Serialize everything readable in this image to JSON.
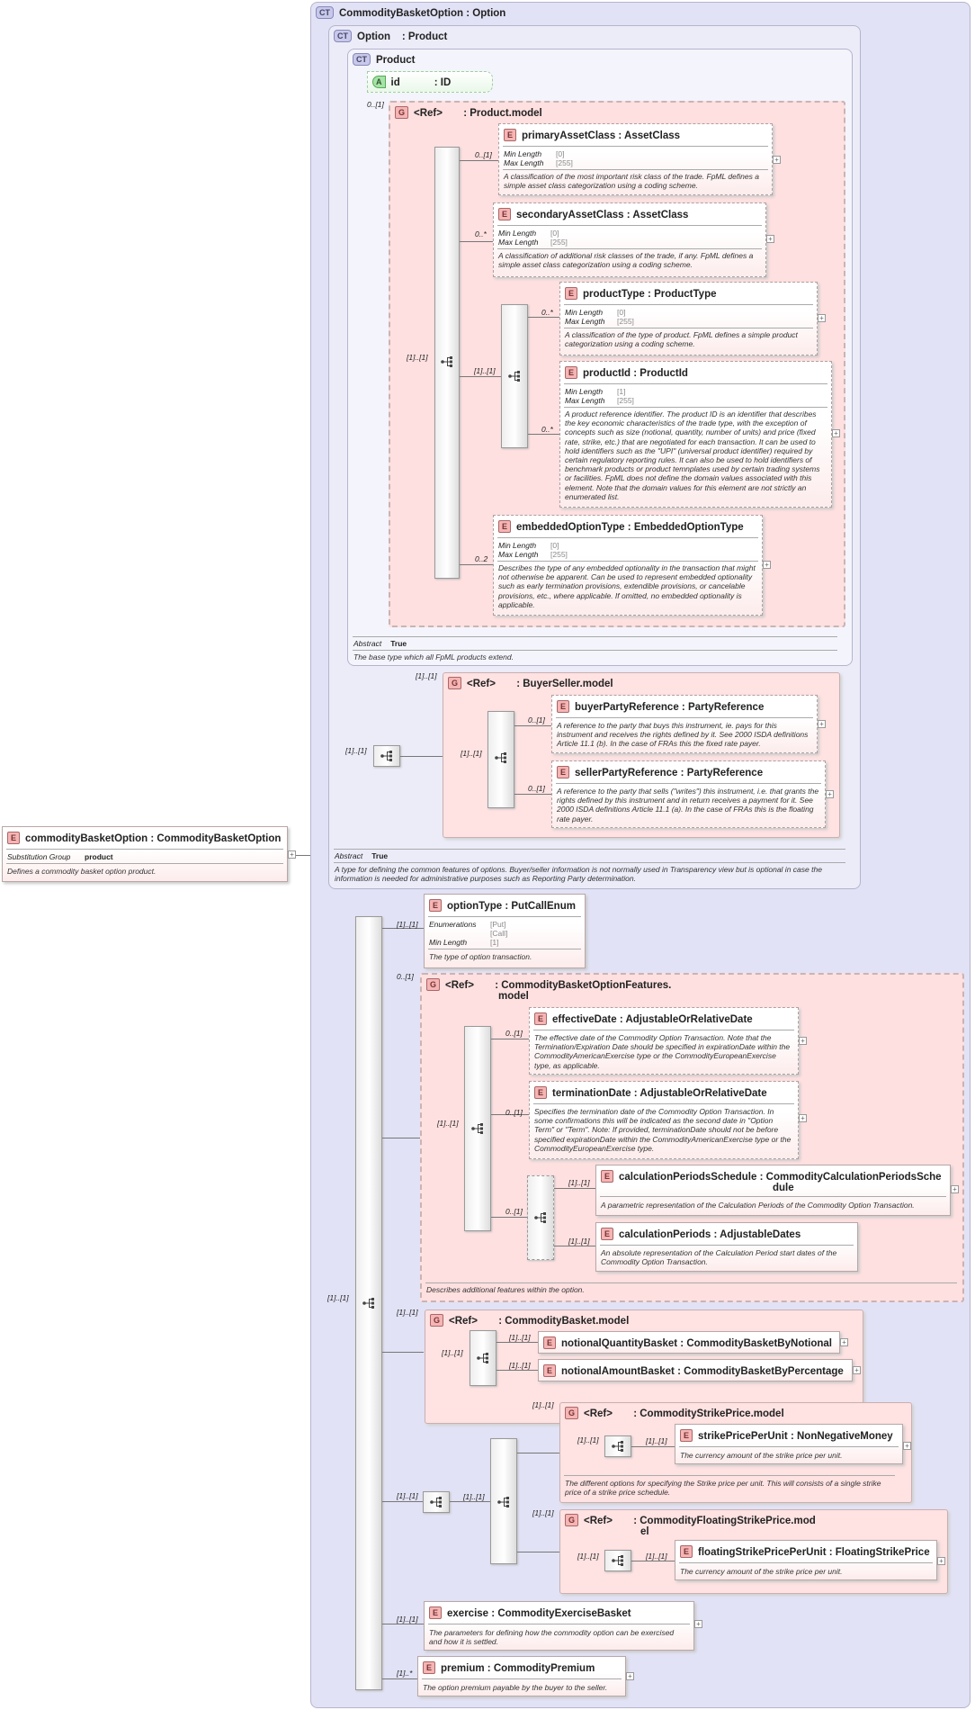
{
  "root": {
    "badge": "E",
    "name": "commodityBasketOption",
    "type": "CommodityBasketOption",
    "prop_label": "Substitution Group",
    "prop_value": "product",
    "doc": "Defines a commodity basket option product."
  },
  "ct_main": {
    "badge": "CT",
    "name": "CommodityBasketOption",
    "type": "Option"
  },
  "ct_option": {
    "badge": "CT",
    "name": "Option",
    "type": "Product",
    "abstract_label": "Abstract",
    "abstract_value": "True",
    "doc": "A type for defining the common features of options. Buyer/seller information is not normally used in Transparency view but is optional in case the information is needed for administrative purposes such as Reporting Party determination."
  },
  "ct_product": {
    "badge": "CT",
    "name": "Product",
    "abstract_label": "Abstract",
    "abstract_value": "True",
    "doc": "The base type which all FpML products extend."
  },
  "attr_id": {
    "badge": "A",
    "name": "id",
    "type": "ID"
  },
  "g_product_model": {
    "badge": "G",
    "ref": "<Ref>",
    "type": "Product.model",
    "occ": "0..[1]"
  },
  "primaryAssetClass": {
    "name": "primaryAssetClass",
    "type": "AssetClass",
    "occ": "0..[1]",
    "minlen": "Min Length",
    "minval": "[0]",
    "maxlen": "Max Length",
    "maxval": "[255]",
    "doc": "A classification of the most important risk class of the trade. FpML defines a simple asset class categorization using a coding scheme."
  },
  "secondaryAssetClass": {
    "name": "secondaryAssetClass",
    "type": "AssetClass",
    "occ": "0..*",
    "minlen": "Min Length",
    "minval": "[0]",
    "maxlen": "Max Length",
    "maxval": "[255]",
    "doc": "A classification of additional risk classes of the trade, if any. FpML defines a simple asset class categorization using a coding scheme."
  },
  "productType": {
    "name": "productType",
    "type": "ProductType",
    "occ": "0..*",
    "minlen": "Min Length",
    "minval": "[0]",
    "maxlen": "Max Length",
    "maxval": "[255]",
    "doc": "A classification of the type of product. FpML defines a simple product categorization using a coding scheme."
  },
  "productId": {
    "name": "productId",
    "type": "ProductId",
    "occ": "0..*",
    "minlen": "Min Length",
    "minval": "[1]",
    "maxlen": "Max Length",
    "maxval": "[255]",
    "doc": "A product reference identifier. The product ID is an identifier that describes the key economic characteristics of the trade type, with the exception of concepts such as size (notional, quantity, number of units) and price (fixed rate, strike, etc.) that are negotiated for each transaction. It can be used to hold identifiers such as the \"UPI\" (universal product identifier) required by certain regulatory reporting rules. It can also be used to hold identifiers of benchmark products or product temnplates used by certain trading systems or facilities. FpML does not define the domain values associated with this element. Note that the domain values for this element are not strictly an enumerated list."
  },
  "embeddedOptionType": {
    "name": "embeddedOptionType",
    "type": "EmbeddedOptionType",
    "occ": "0..2",
    "minlen": "Min Length",
    "minval": "[0]",
    "maxlen": "Max Length",
    "maxval": "[255]",
    "doc": "Describes the type of any embedded optionality in the transaction that might not otherwise be apparent. Can be used to represent embedded optionality such as early termination provisions, extendible provisions, or cancelable provisions, etc., where applicable. If omitted, no embedded optionality is applicable."
  },
  "occ_seq_product": "[1]..[1]",
  "occ_choice_product": "[1]..[1]",
  "g_buyerseller": {
    "badge": "G",
    "ref": "<Ref>",
    "type": "BuyerSeller.model",
    "occ": "[1]..[1]",
    "occ_seq": "[1]..[1]",
    "occ_outer": "[1]..[1]"
  },
  "buyerPartyReference": {
    "name": "buyerPartyReference",
    "type": "PartyReference",
    "occ": "0..[1]",
    "doc": "A reference to the party that buys this instrument, ie. pays for this instrument and receives the rights defined by it. See 2000 ISDA definitions Article 11.1 (b). In the case of FRAs this the fixed rate payer."
  },
  "sellerPartyReference": {
    "name": "sellerPartyReference",
    "type": "PartyReference",
    "occ": "0..[1]",
    "doc": "A reference to the party that sells (\"writes\") this instrument, i.e. that grants the rights defined by this instrument and in return receives a payment for it. See 2000 ISDA definitions Article 11.1 (a). In the case of FRAs this is the floating rate payer."
  },
  "occ_main_seq": "[1]..[1]",
  "optionType": {
    "name": "optionType",
    "type": "PutCallEnum",
    "occ": "[1]..[1]",
    "enum_label": "Enumerations",
    "enum_values": [
      "[Put]",
      "[Call]"
    ],
    "minlen": "Min Length",
    "minval": "[1]",
    "doc": "The type of option transaction."
  },
  "g_features": {
    "badge": "G",
    "ref": "<Ref>",
    "type1": "CommodityBasketOptionFeatures.",
    "type2": "model",
    "occ": "0..[1]",
    "occ_seq": "[1]..[1]",
    "doc": "Describes additional features within the option."
  },
  "effectiveDate": {
    "name": "effectiveDate",
    "type": "AdjustableOrRelativeDate",
    "occ": "0..[1]",
    "doc": "The effective date of the Commodity Option Transaction. Note that the Termination/Expiration Date should be specified in expirationDate within the CommodityAmericanExercise type or the CommodityEuropeanExercise type, as applicable."
  },
  "terminationDate": {
    "name": "terminationDate",
    "type": "AdjustableOrRelativeDate",
    "occ": "0..[1]",
    "doc": "Specifies the termination date of the Commodity Option Transaction. In some confirmations this will be indicated as the second date in \"Option Term\" or \"Term\". Note: If provided, terminationDate should not be before specified expirationDate within the CommodityAmericanExercise type or the CommodityEuropeanExercise type."
  },
  "occ_choice_calc": "0..[1]",
  "calculationPeriodsSchedule": {
    "name": "calculationPeriodsSchedule",
    "type1": "CommodityCalculationPeriodsSche",
    "type2": "dule",
    "occ": "[1]..[1]",
    "doc": "A parametric representation of the Calculation Periods of the Commodity Option Transaction."
  },
  "calculationPeriods": {
    "name": "calculationPeriods",
    "type": "AdjustableDates",
    "occ": "[1]..[1]",
    "doc": "An absolute representation of the Calculation Period start dates of the Commodity Option Transaction."
  },
  "g_basket": {
    "badge": "G",
    "ref": "<Ref>",
    "type": "CommodityBasket.model",
    "occ": "[1]..[1]",
    "occ_choice": "[1]..[1]"
  },
  "notionalQuantityBasket": {
    "name": "notionalQuantityBasket",
    "type": "CommodityBasketByNotional",
    "occ": "[1]..[1]"
  },
  "notionalAmountBasket": {
    "name": "notionalAmountBasket",
    "type": "CommodityBasketByPercentage",
    "occ": "[1]..[1]"
  },
  "occ_strike_outer": "[1]..[1]",
  "occ_strike_choice": "[1]..[1]",
  "g_strike": {
    "badge": "G",
    "ref": "<Ref>",
    "type": "CommodityStrikePrice.model",
    "occ": "[1]..[1]",
    "occ_seq": "[1]..[1]",
    "doc": "The different options for specifying the Strike price per unit. This will consists of a single strike price of a strike price schedule."
  },
  "strikePricePerUnit": {
    "name": "strikePricePerUnit",
    "type": "NonNegativeMoney",
    "occ": "[1]..[1]",
    "doc": "The currency amount of the strike price per unit."
  },
  "g_floatstrike": {
    "badge": "G",
    "ref": "<Ref>",
    "type1": "CommodityFloatingStrikePrice.mod",
    "type2": "el",
    "occ": "[1]..[1]",
    "occ_seq": "[1]..[1]"
  },
  "floatingStrikePricePerUnit": {
    "name": "floatingStrikePricePerUnit",
    "type": "FloatingStrikePrice",
    "occ": "[1]..[1]",
    "doc": "The currency amount of the strike price per unit."
  },
  "exercise": {
    "name": "exercise",
    "type": "CommodityExerciseBasket",
    "occ": "[1]..[1]",
    "doc": "The parameters for defining how the commodity option can be exercised and how it is settled."
  },
  "premium": {
    "name": "premium",
    "type": "CommodityPremium",
    "occ": "[1]..*",
    "doc": "The option premium payable by the buyer to the seller."
  },
  "labels": {
    "e": "E",
    "sep": ":",
    "plus": "+"
  }
}
